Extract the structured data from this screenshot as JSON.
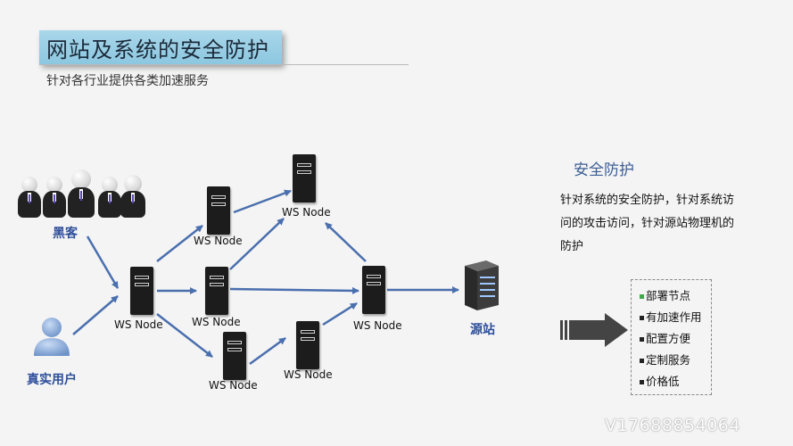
{
  "header": {
    "title": "网站及系统的安全防护",
    "subtitle": "针对各行业提供各类加速服务"
  },
  "diagram": {
    "node_label": "WS Node",
    "hacker_label": "黑客",
    "user_label": "真实用户",
    "origin_label": "源站"
  },
  "panel": {
    "title": "安全防护",
    "description": "针对系统的安全防护，针对系统访问的攻击访问，针对源站物理机的防护",
    "features": [
      "部署节点",
      "有加速作用",
      "配置方便",
      "定制服务",
      "价格低"
    ]
  },
  "watermark": "V17688854064",
  "colors": {
    "arrow": "#4a6fae",
    "title_bg": "#9fd1e6",
    "label_blue": "#2d4e9a"
  }
}
